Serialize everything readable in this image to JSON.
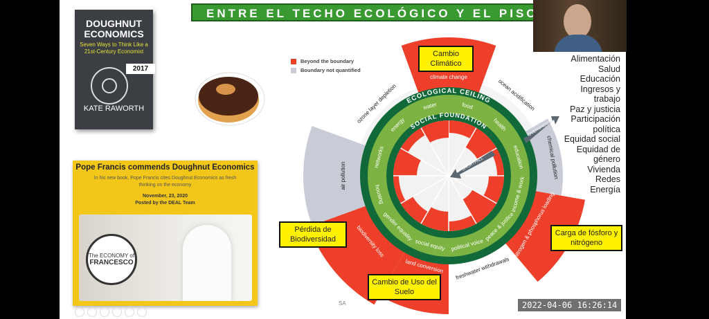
{
  "slide_title": "ENTRE EL TECHO ECOLÓGICO Y EL PISO",
  "book": {
    "title": "DOUGHNUT ECONOMICS",
    "subtitle": "Seven Ways to Think Like a 21st-Century Economist",
    "year": "2017",
    "author": "KATE RAWORTH"
  },
  "pope_card": {
    "headline": "Pope Francis commends Doughnut Economics",
    "description": "In his new book, Pope Francis cites Doughnut Economics as fresh thinking on the economy",
    "date": "November, 23, 2020",
    "posted_by": "Posted by the DEAL Team",
    "seal_line1": "The ECONOMY of",
    "seal_line2": "FRANCESCO"
  },
  "legend": {
    "beyond": "Beyond the boundary",
    "not_quantified": "Boundary not quantified"
  },
  "colors": {
    "red": "#ee3f2a",
    "grey": "#c9ccd6",
    "dark_green": "#11693a",
    "light_green": "#7cb342",
    "banner_green": "#3a9a32",
    "yellow": "#fff200"
  },
  "diagram": {
    "ceiling": "ECOLOGICAL CEILING",
    "foundation": "SOCIAL FOUNDATION",
    "overshoot": "OVERSHOOT",
    "shortfall": "SHORTFALL",
    "boundaries": {
      "climate": "climate change",
      "ocean": "ocean acidification",
      "chemical": "chemical pollution",
      "nitrogen": "nitrogen & phosphorus loading",
      "freshwater": "freshwater withdrawals",
      "land": "land conversion",
      "biodiversity": "biodiversity loss",
      "air": "air pollution",
      "ozone": "ozone layer depletion"
    },
    "social": [
      "water",
      "food",
      "health",
      "education",
      "income & work",
      "peace & justice",
      "political voice",
      "social equity",
      "gender equality",
      "housing",
      "networks",
      "energy"
    ]
  },
  "callouts": {
    "climate": "Cambio Climático",
    "biodiversity": "Pérdida de Biodiversidad",
    "land": "Cambio de Uso del Suelo",
    "phosphorus": "Carga de fósforo y nitrógeno"
  },
  "social_list": [
    "Alimentación",
    "Salud",
    "Educación",
    "Ingresos y",
    "trabajo",
    "Paz y justicia",
    "Participación",
    "política",
    "Equidad social",
    "Equidad de",
    "género",
    "Vivienda",
    "Redes",
    "Energía"
  ],
  "footer_mark": "SA",
  "timestamp": "2022-04-06 16:26:14"
}
